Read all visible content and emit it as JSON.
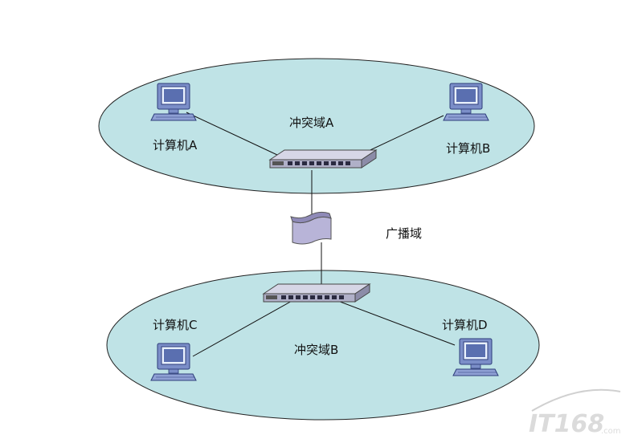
{
  "domains": {
    "top": {
      "label": "冲突域A"
    },
    "bottom": {
      "label": "冲突域B"
    },
    "broadcast_label": "广播域"
  },
  "computers": {
    "a": "计算机A",
    "b": "计算机B",
    "c": "计算机C",
    "d": "计算机D"
  },
  "watermark": {
    "text": "IT168",
    "suffix": ".com"
  },
  "colors": {
    "domain_fill": "#bfe3e6",
    "domain_stroke": "#222222",
    "device_body": "#a8a8c8",
    "monitor_blue": "#5a6fb0",
    "router": "#b8b4d8"
  }
}
